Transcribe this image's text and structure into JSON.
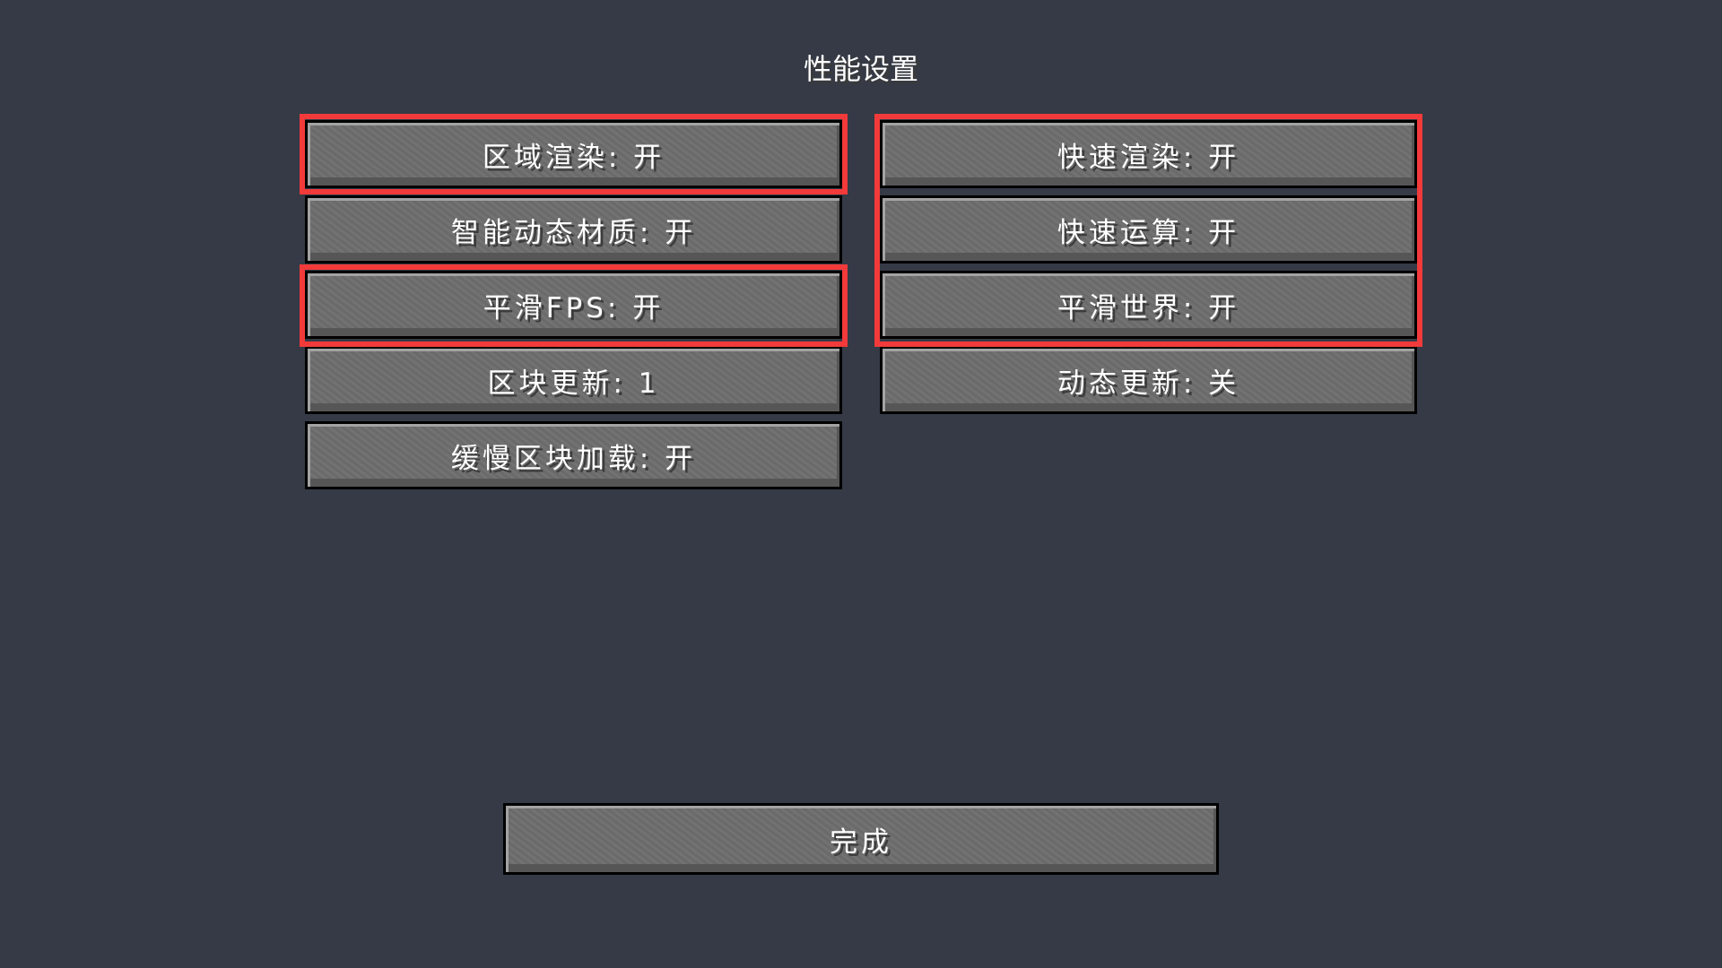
{
  "title": "性能设置",
  "left_buttons": [
    {
      "label": "区域渲染: 开"
    },
    {
      "label": "智能动态材质: 开"
    },
    {
      "label": "平滑FPS: 开"
    },
    {
      "label": "区块更新: 1"
    },
    {
      "label": "缓慢区块加载: 开"
    }
  ],
  "right_buttons": [
    {
      "label": "快速渲染: 开"
    },
    {
      "label": "快速运算: 开"
    },
    {
      "label": "平滑世界: 开"
    },
    {
      "label": "动态更新: 关"
    }
  ],
  "done_label": "完成",
  "colors": {
    "highlight": "#f23a3a",
    "background": "#353a46"
  }
}
